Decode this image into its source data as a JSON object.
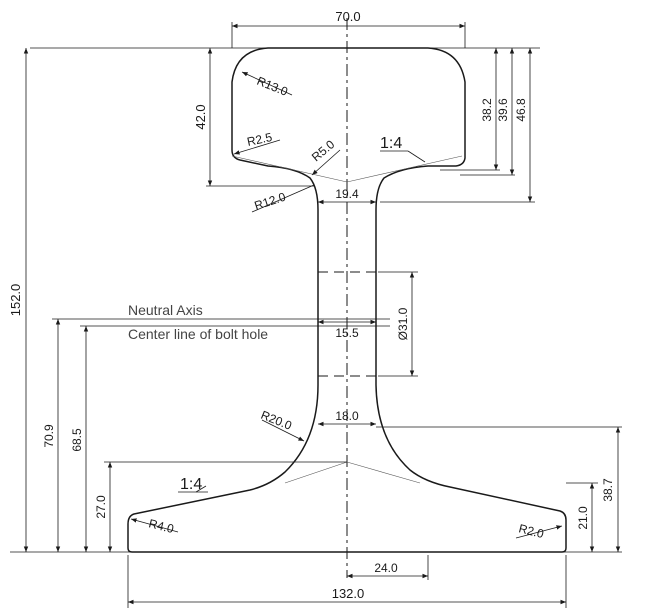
{
  "dimensions": {
    "head_width": "70.0",
    "head_height": "42.0",
    "h_38_2": "38.2",
    "h_39_6": "39.6",
    "h_46_8": "46.8",
    "total_height": "152.0",
    "web_top": "19.4",
    "web_mid": "15.5",
    "web_bottom": "18.0",
    "bolt_hole": "Ø31.0",
    "neutral_axis_height": "70.9",
    "bolt_hole_height": "68.5",
    "foot_side_height": "27.0",
    "foot_right_21": "21.0",
    "foot_right_38_7": "38.7",
    "half_foot_tip": "24.0",
    "foot_width": "132.0"
  },
  "radii": {
    "r13": "R13.0",
    "r2_5": "R2.5",
    "r5": "R5.0",
    "r12": "R12.0",
    "r20": "R20.0",
    "r4": "R4.0",
    "r2": "R2.0"
  },
  "slopes": {
    "head": "1:4",
    "foot": "1:4"
  },
  "labels": {
    "neutral_axis": "Neutral Axis",
    "bolt_centerline": "Center line of bolt hole"
  }
}
